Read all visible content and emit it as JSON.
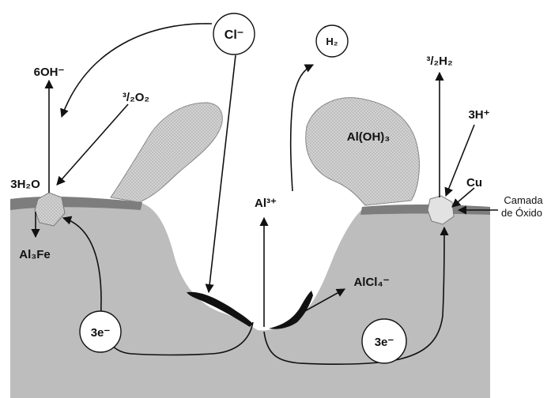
{
  "labels": {
    "chloride_circle": "Cl⁻",
    "h2_circle": "H₂",
    "hydroxide": "6OH⁻",
    "oxygen": "³/₂O₂",
    "water": "3H₂O",
    "iron_intermetallic": "Al₃Fe",
    "electrons_left": "3e⁻",
    "aluminum_ion": "Al³⁺",
    "aluminum_hydroxide": "Al(OH)₃",
    "hydrogen_gas": "³/₂H₂",
    "hydrogen_ions": "3H⁺",
    "copper": "Cu",
    "oxide_layer_line1": "Camada",
    "oxide_layer_line2": "de Óxido",
    "tetrachloroaluminate": "AlCl₄⁻",
    "electrons_right": "3e⁻"
  },
  "colors": {
    "metal": "#bdbdbd",
    "oxide_film": "#7d7d7d",
    "deposit": "#c9c9c9",
    "corrosion_product": "#111111",
    "background": "#ffffff"
  }
}
